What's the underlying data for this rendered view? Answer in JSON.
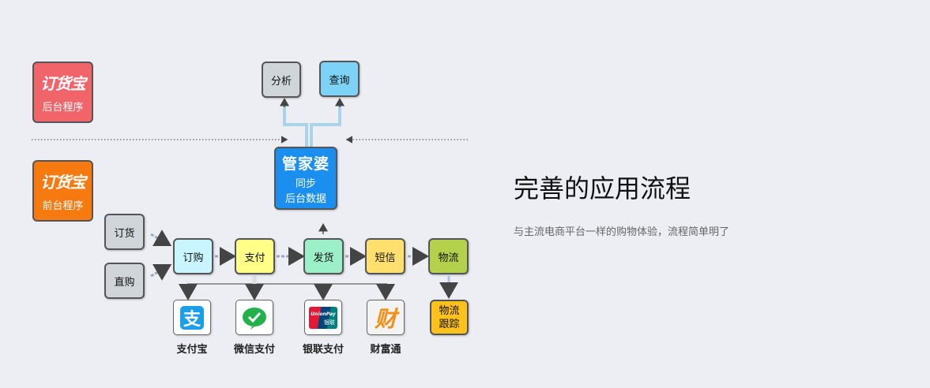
{
  "heading": {
    "title": "完善的应用流程",
    "description": "与主流电商平台一样的购物体验，流程简单明了"
  },
  "backend": {
    "logo": "订货宝",
    "label": "后台程序",
    "color": "#f0646a"
  },
  "frontend": {
    "logo": "订货宝",
    "label": "前台程序",
    "color": "#f77a10"
  },
  "top_boxes": {
    "analysis": "分析",
    "query": "查询"
  },
  "sync": {
    "brand": "管家婆",
    "line1": "同步",
    "line2": "后台数据",
    "color": "#1a8fef"
  },
  "order_entry": {
    "order": "订货",
    "direct": "直购"
  },
  "flow": {
    "order": "订购",
    "pay": "支付",
    "ship": "发货",
    "sms": "短信",
    "logistics": "物流"
  },
  "tracking": "物流\n跟踪",
  "payments": {
    "alipay": "支付宝",
    "wechat": "微信支付",
    "unionpay": "银联支付",
    "tenpay": "财富通"
  },
  "unionpay_logo": {
    "top": "UnionPay",
    "bottom": "银联"
  },
  "tenpay_glyph": "财",
  "alipay_glyph": "支"
}
